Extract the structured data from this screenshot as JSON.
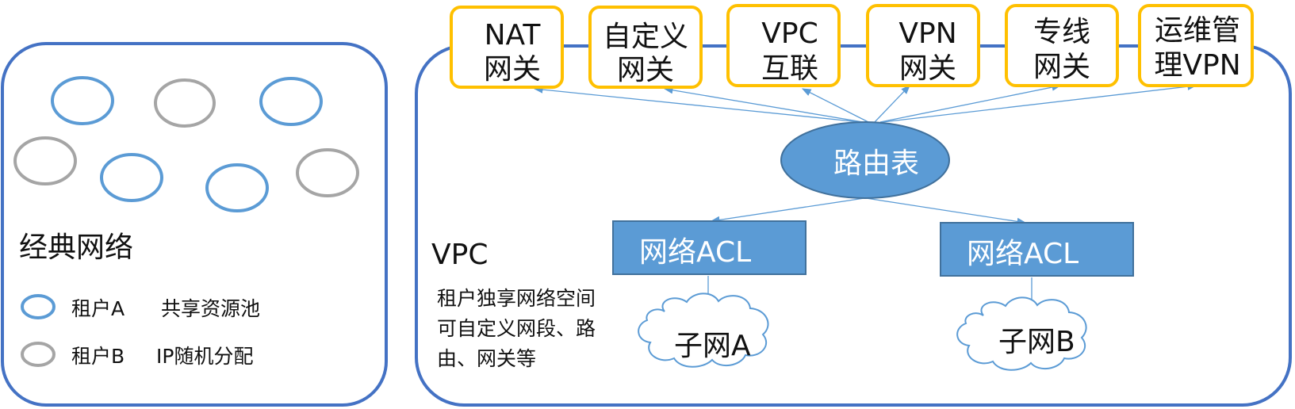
{
  "colors": {
    "panel_border": "#4472C4",
    "gateway_border": "#FFC000",
    "tenant_a": "#5B9BD5",
    "tenant_b": "#A5A5A5",
    "acl_fill": "#5B9BD5",
    "acl_border": "#41719C",
    "arrow": "#5B9BD5",
    "cloud_border": "#5B9BD5"
  },
  "classic": {
    "title": "经典网络",
    "legend": [
      {
        "tenant": "租户A",
        "desc": "共享资源池"
      },
      {
        "tenant": "租户B",
        "desc": "IP随机分配"
      }
    ]
  },
  "vpc": {
    "title": "VPC",
    "description": [
      "租户独享网络空间",
      "可自定义网段、路",
      "由、网关等"
    ],
    "gateways": [
      {
        "line1": "NAT",
        "line2": "网关"
      },
      {
        "line1": "自定义",
        "line2": "网关"
      },
      {
        "line1": "VPC",
        "line2": "互联"
      },
      {
        "line1": "VPN",
        "line2": "网关"
      },
      {
        "line1": "专线",
        "line2": "网关"
      },
      {
        "line1": "运维管",
        "line2": "理VPN"
      }
    ],
    "route_table": "路由表",
    "acls": [
      "网络ACL",
      "网络ACL"
    ],
    "subnets": [
      "子网A",
      "子网B"
    ]
  }
}
